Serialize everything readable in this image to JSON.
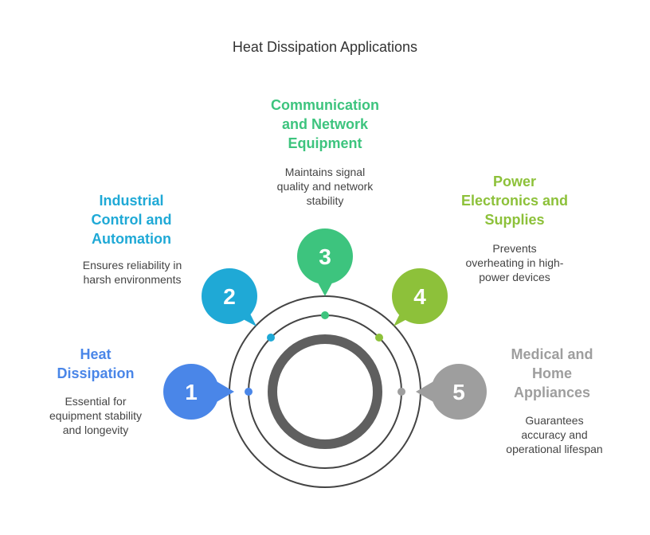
{
  "title": "Heat Dissipation Applications",
  "items": [
    {
      "number": "1",
      "heading": "Heat\nDissipation",
      "description": "Essential for\nequipment stability\nand longevity",
      "color": "#4A86E8"
    },
    {
      "number": "2",
      "heading": "Industrial\nControl and\nAutomation",
      "description": "Ensures reliability in\nharsh environments",
      "color": "#1FA9D6"
    },
    {
      "number": "3",
      "heading": "Communication\nand Network\nEquipment",
      "description": "Maintains signal\nquality and network\nstability",
      "color": "#3DC47E"
    },
    {
      "number": "4",
      "heading": "Power\nElectronics and\nSupplies",
      "description": "Prevents\noverheating in high-\npower devices",
      "color": "#8DC13A"
    },
    {
      "number": "5",
      "heading": "Medical and\nHome\nAppliances",
      "description": "Guarantees\naccuracy and\noperational lifespan",
      "color": "#9E9E9E"
    }
  ],
  "center_color": "#5F5F5F"
}
